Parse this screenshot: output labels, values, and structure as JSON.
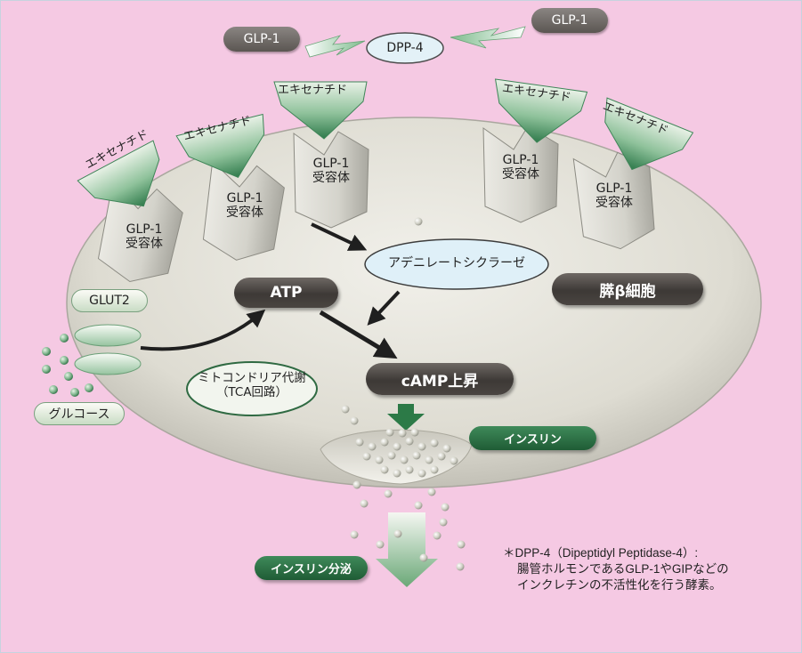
{
  "dpp4": {
    "glp1_left": "GLP-1",
    "glp1_right": "GLP-1",
    "enzyme": "DPP-4"
  },
  "receptors": [
    {
      "ligand": "エキセナチド",
      "receptor_line1": "GLP-1",
      "receptor_line2": "受容体"
    },
    {
      "ligand": "エキセナチド",
      "receptor_line1": "GLP-1",
      "receptor_line2": "受容体"
    },
    {
      "ligand": "エキセナチド",
      "receptor_line1": "GLP-1",
      "receptor_line2": "受容体"
    },
    {
      "ligand": "エキセナチド",
      "receptor_line1": "GLP-1",
      "receptor_line2": "受容体"
    },
    {
      "ligand": "エキセナチド",
      "receptor_line1": "GLP-1",
      "receptor_line2": "受容体"
    }
  ],
  "cell": {
    "adenylate_cyclase": "アデニレートシクラーゼ",
    "atp": "ATP",
    "pancreatic_beta_cell": "膵β細胞",
    "camp": "cAMP上昇",
    "mito_line1": "ミトコンドリア代謝",
    "mito_line2": "（TCA回路）",
    "insulin": "インスリン",
    "insulin_secretion": "インスリン分泌"
  },
  "glucose": {
    "glut2": "GLUT2",
    "glucose": "グルコース"
  },
  "footnote": {
    "line1": "＊DPP-4（Dipeptidyl Peptidase-4）:",
    "line2": "腸管ホルモンであるGLP-1やGIPなどの",
    "line3": "インクレチンの不活性化を行う酵素。"
  },
  "colors": {
    "background": "#f5c9e3",
    "cell_body": "#dcdad0",
    "ligand_green": "#4f9a68",
    "receptor_gray": "#cfcfc7",
    "enzyme_fill": "#dff0f8",
    "dark_pill": "#433e3a",
    "green_pill": "#26663d"
  }
}
